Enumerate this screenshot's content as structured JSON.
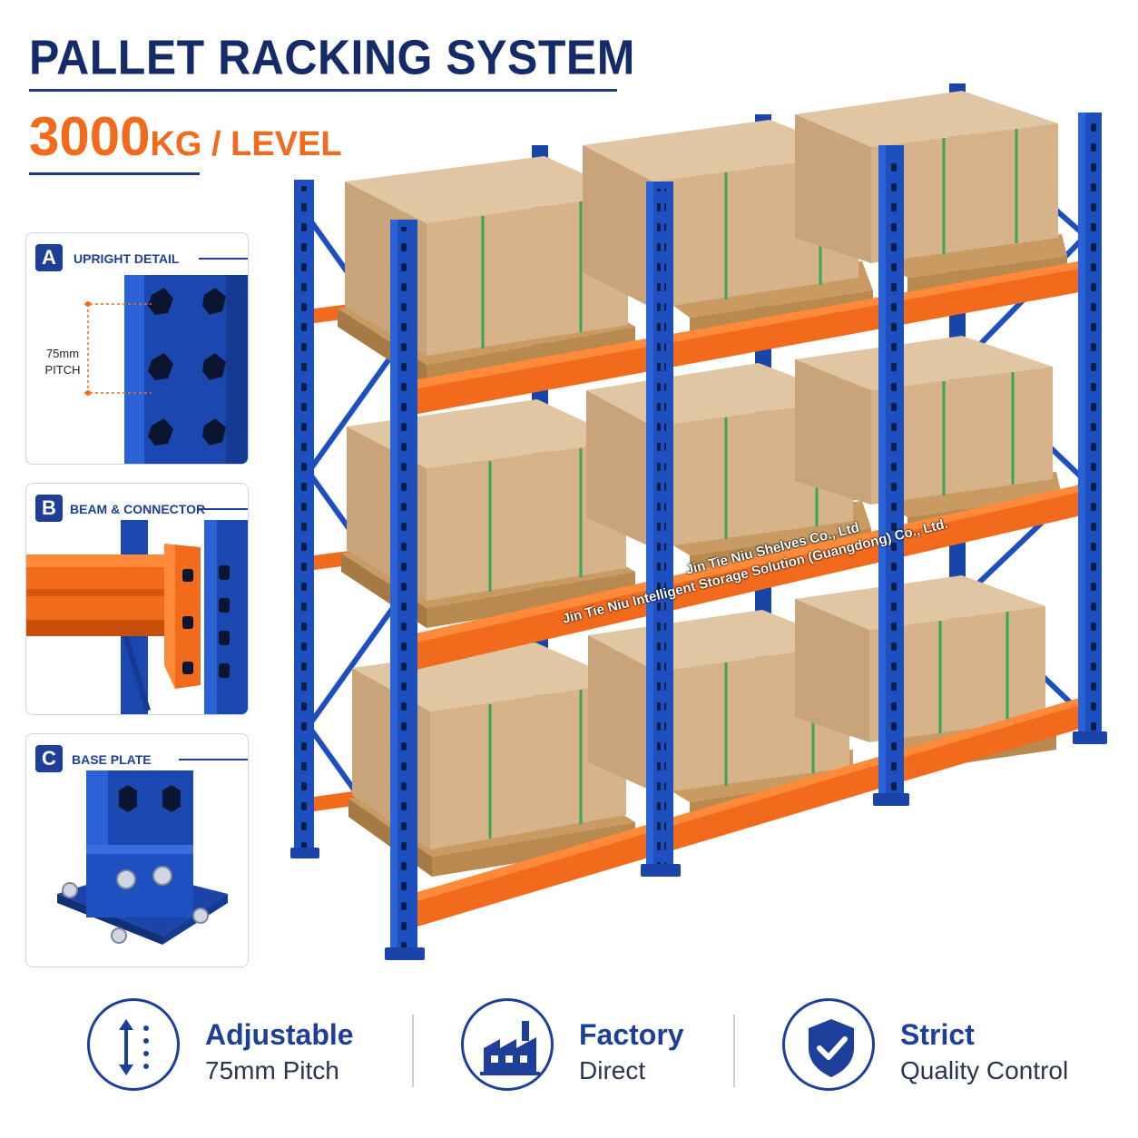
{
  "header": {
    "title": "PALLET RACKING SYSTEM",
    "load_value": "3000",
    "load_unit": "KG / LEVEL"
  },
  "details": [
    {
      "letter": "A",
      "label": "UPRIGHT DETAIL",
      "annotation_line1": "75mm",
      "annotation_line2": "PITCH"
    },
    {
      "letter": "B",
      "label": "BEAM & CONNECTOR"
    },
    {
      "letter": "C",
      "label": "BASE PLATE"
    }
  ],
  "features": [
    {
      "icon": "adjustable-arrows-icon",
      "title": "Adjustable",
      "subtitle": "75mm Pitch"
    },
    {
      "icon": "factory-icon",
      "title": "Factory",
      "subtitle": "Direct"
    },
    {
      "icon": "shield-check-icon",
      "title": "Strict",
      "subtitle": "Quality Control"
    }
  ],
  "watermarks": [
    "Jin Tie Niu Shelves Co., Ltd",
    "Jin Tie Niu Intelligent Storage Solution (Guangdong) Co., Ltd."
  ],
  "colors": {
    "brand_navy": "#152a68",
    "upright_blue": "#1d4fbf",
    "beam_orange": "#f26a1b",
    "carton_brown": "#c9a47a",
    "pallet_wood": "#c99b62"
  }
}
